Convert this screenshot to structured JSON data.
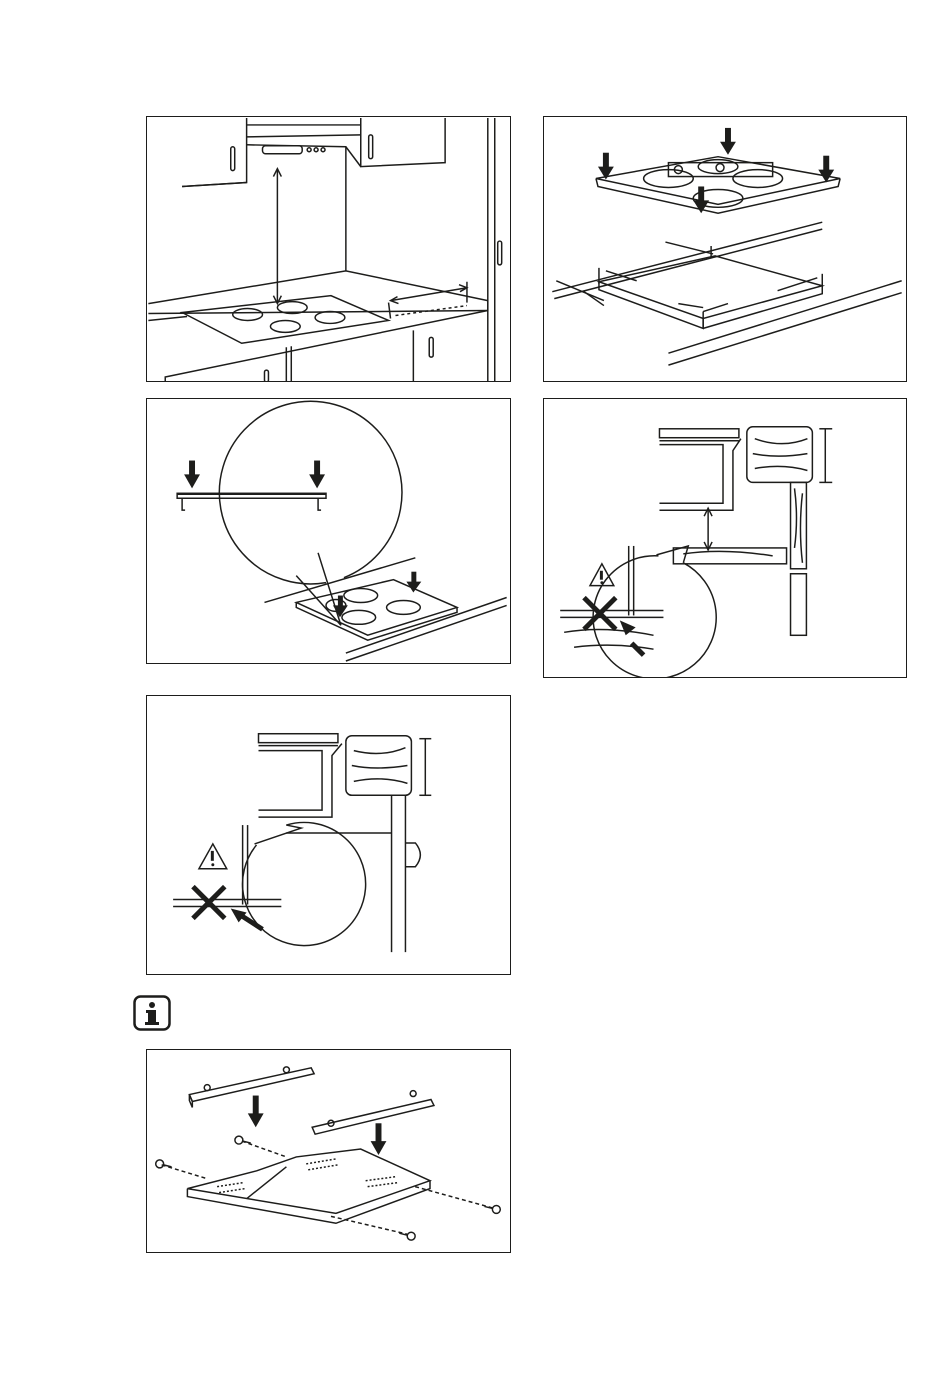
{
  "figures": [
    {
      "id": "fig-hob-under-hood",
      "caption": ""
    },
    {
      "id": "fig-cutout-dimensions",
      "caption": ""
    },
    {
      "id": "fig-press-hob-into-cutout",
      "caption": ""
    },
    {
      "id": "fig-clearance-below-hob",
      "caption": ""
    },
    {
      "id": "fig-clearance-oven-below",
      "caption": ""
    },
    {
      "id": "fig-protection-box-assembly",
      "caption": ""
    }
  ],
  "info_icon": {
    "name": "info-icon",
    "glyph": "i"
  },
  "colors": {
    "line": "#1d1d1b",
    "background": "#ffffff"
  }
}
